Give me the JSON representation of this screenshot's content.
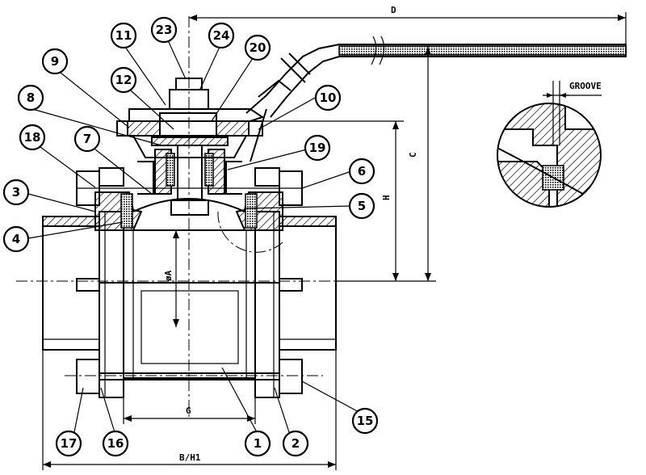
{
  "balloons": [
    {
      "id": "b1",
      "label": "1"
    },
    {
      "id": "b2",
      "label": "2"
    },
    {
      "id": "b3",
      "label": "3"
    },
    {
      "id": "b4",
      "label": "4"
    },
    {
      "id": "b5",
      "label": "5"
    },
    {
      "id": "b6",
      "label": "6"
    },
    {
      "id": "b7",
      "label": "7"
    },
    {
      "id": "b8",
      "label": "8"
    },
    {
      "id": "b9",
      "label": "9"
    },
    {
      "id": "b10",
      "label": "10"
    },
    {
      "id": "b11",
      "label": "11"
    },
    {
      "id": "b12",
      "label": "12"
    },
    {
      "id": "b15",
      "label": "15"
    },
    {
      "id": "b16",
      "label": "16"
    },
    {
      "id": "b17",
      "label": "17"
    },
    {
      "id": "b18",
      "label": "18"
    },
    {
      "id": "b19",
      "label": "19"
    },
    {
      "id": "b20",
      "label": "20"
    },
    {
      "id": "b23",
      "label": "23"
    },
    {
      "id": "b24",
      "label": "24"
    }
  ],
  "dimensions": {
    "D": "D",
    "C": "C",
    "H": "H",
    "A": "øA",
    "G": "G",
    "BH1": "B/H1"
  },
  "detail": {
    "groove": "GROOVE"
  }
}
